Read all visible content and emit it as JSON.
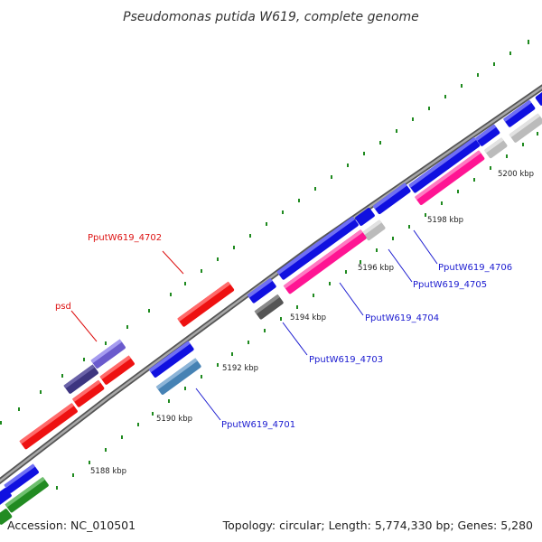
{
  "title": "Pseudomonas putida W619, complete genome",
  "footer": {
    "accession": "Accession: NC_010501",
    "summary": "Topology: circular; Length: 5,774,330 bp; Genes: 5,280"
  },
  "scale_labels": [
    "5188 kbp",
    "5190 kbp",
    "5192 kbp",
    "5194 kbp",
    "5196 kbp",
    "5198 kbp",
    "5200 kbp"
  ],
  "gene_labels": [
    {
      "text": "PputW619_4701",
      "color": "#1a1ad0"
    },
    {
      "text": "PputW619_4702",
      "color": "#dd1111"
    },
    {
      "text": "PputW619_4703",
      "color": "#1a1ad0"
    },
    {
      "text": "PputW619_4704",
      "color": "#1a1ad0"
    },
    {
      "text": "PputW619_4705",
      "color": "#1a1ad0"
    },
    {
      "text": "PputW619_4706",
      "color": "#1a1ad0"
    },
    {
      "text": "psd",
      "color": "#dd1111"
    }
  ],
  "colors": {
    "backbone": "#888888",
    "tick_dots": "#1f8a1f",
    "cds": "#1010e0",
    "rna": "#ff1493",
    "pseudo": "#bbbbbb",
    "other_red": "#ee1111",
    "other_purple": "#6a5acd",
    "other_green": "#228b22"
  }
}
